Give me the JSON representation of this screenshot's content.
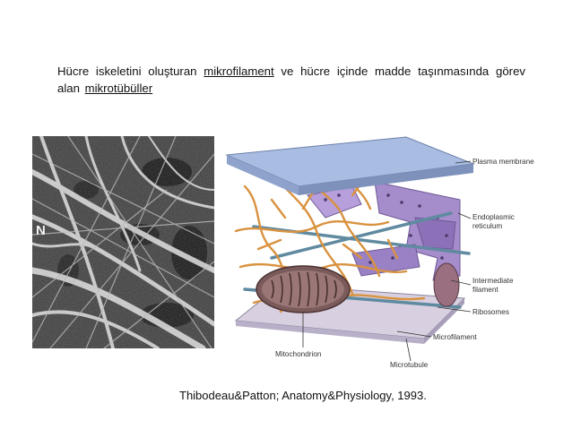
{
  "heading": {
    "part1": "Hücre iskeletini oluşturan ",
    "term1": "mikrofilament",
    "part2": " ve hücre içinde madde taşınmasında görev alan ",
    "term2": "mikrotübüller"
  },
  "micrograph": {
    "label": "N"
  },
  "diagram": {
    "labels": {
      "plasma_membrane": "Plasma membrane",
      "endoplasmic_1": "Endoplasmic",
      "endoplasmic_2": "reticulum",
      "intermediate_1": "Intermediate",
      "intermediate_2": "filament",
      "ribosomes": "Ribosomes",
      "microfilament": "Microfilament",
      "mitochondrion": "Mitochondrion",
      "microtubule": "Microtubule"
    },
    "colors": {
      "membrane": "#9fb3dd",
      "filament": "#d9923f",
      "er": "#9a7fc2",
      "mitochondrion": "#7a5a5a",
      "tubule": "#5f8aa0"
    }
  },
  "caption": "Thibodeau&Patton; Anatomy&Physiology, 1993."
}
